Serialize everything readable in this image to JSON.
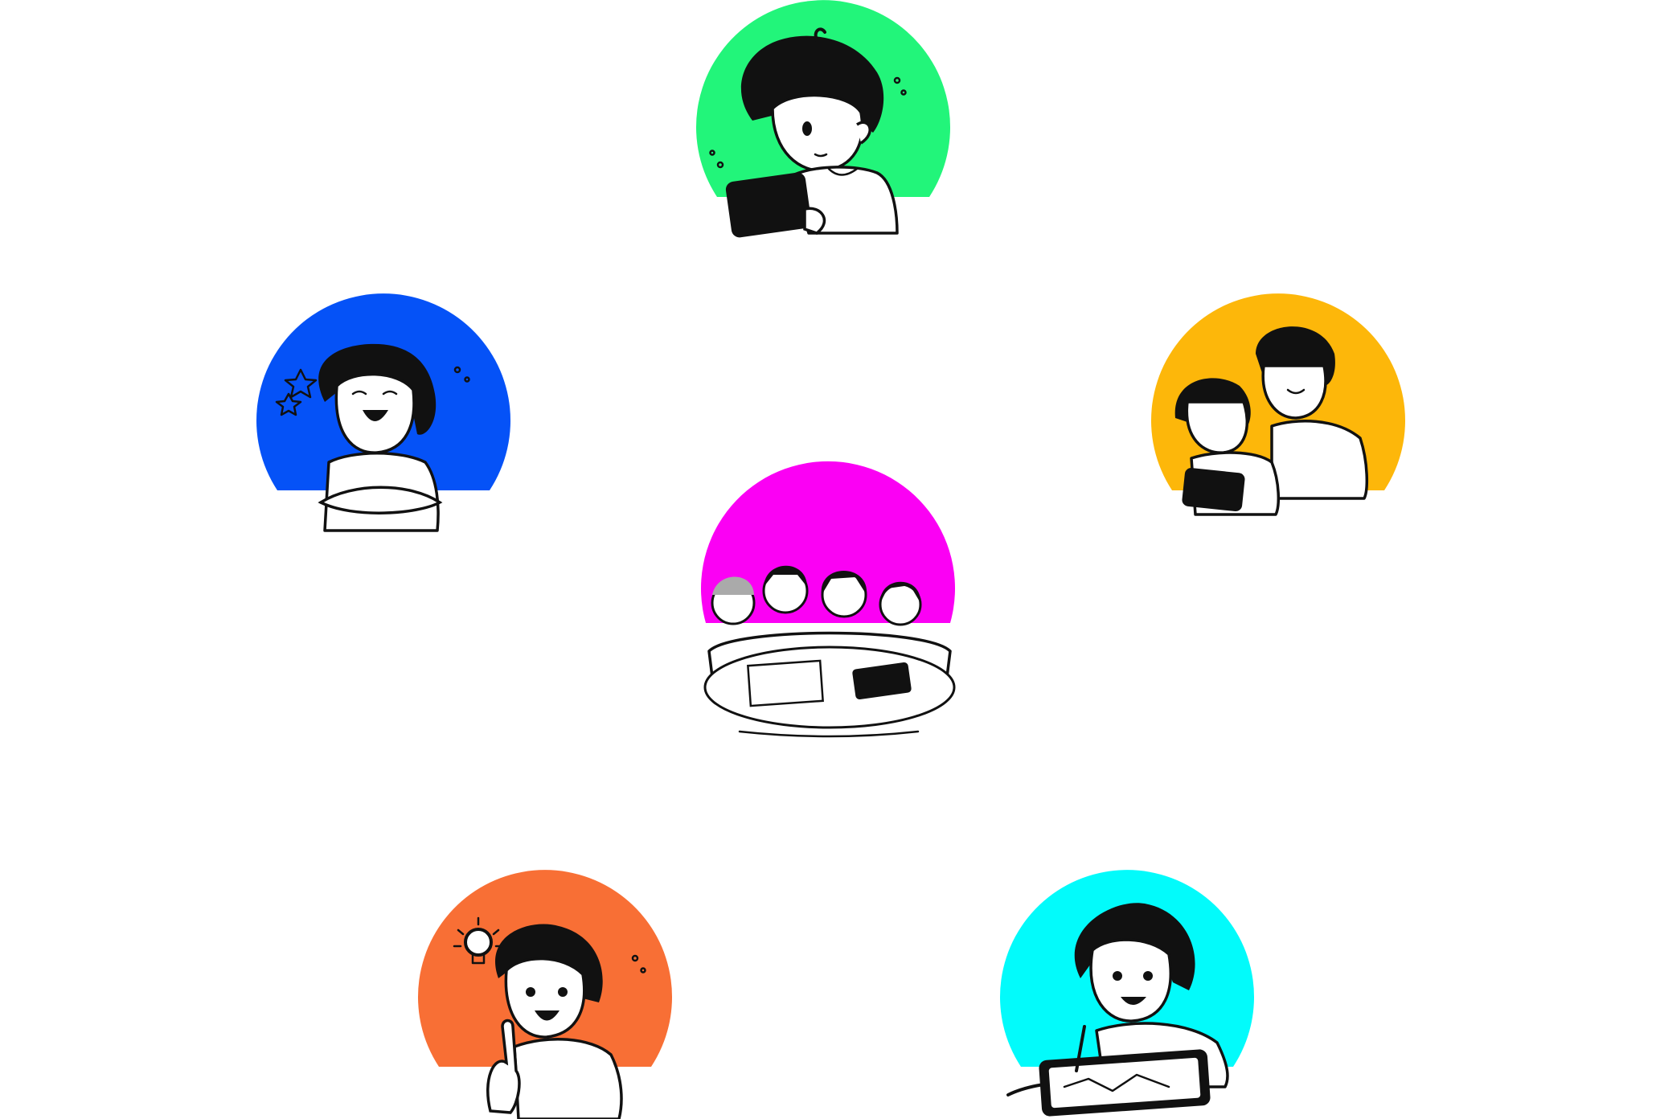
{
  "colors": {
    "green": "#22f57a",
    "blue": "#0552f7",
    "yellow": "#fdb70a",
    "magenta": "#fb00f4",
    "orange": "#f86f35",
    "cyan": "#02fbfb",
    "ink": "#111111",
    "background": "#ffffff"
  },
  "nodes": [
    {
      "id": "focused-tablet",
      "color": "green",
      "icon": "child-using-tablet"
    },
    {
      "id": "proud-child",
      "color": "blue",
      "icon": "child-arms-crossed-smiling"
    },
    {
      "id": "peer-help",
      "color": "yellow",
      "icon": "older-child-helping-younger"
    },
    {
      "id": "group-learning",
      "color": "magenta",
      "icon": "children-group-table"
    },
    {
      "id": "idea",
      "color": "orange",
      "icon": "child-lightbulb-idea"
    },
    {
      "id": "drawing",
      "color": "cyan",
      "icon": "child-drawing-on-tablet"
    }
  ]
}
